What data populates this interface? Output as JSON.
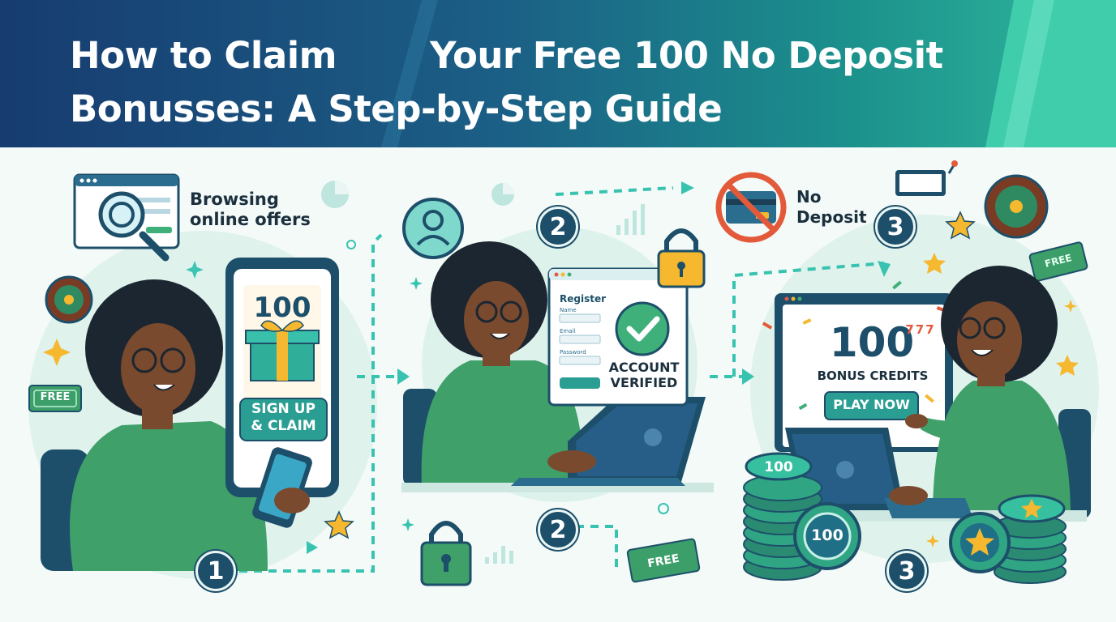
{
  "title": {
    "line1a": "How to Claim",
    "line1b": "Your Free 100 No Deposit",
    "line2": "Bonusses: A Step-by-Step Guide"
  },
  "step1": {
    "label_line1": "Browsing",
    "label_line2": "online offers",
    "phone_amount": "100",
    "phone_button_line1": "SIGN UP",
    "phone_button_line2": "& CLAIM",
    "free_tag": "FREE",
    "number": "1"
  },
  "step2": {
    "number_top": "2",
    "number_bottom": "2",
    "form_title": "Register",
    "field_name": "Name",
    "field_email": "Email",
    "field_password": "Password",
    "verified_line1": "ACCOUNT",
    "verified_line2": "VERIFIED",
    "free_tag": "FREE"
  },
  "step3": {
    "label_line1": "No",
    "label_line2": "Deposit",
    "number_top": "3",
    "number_bottom": "3",
    "screen_amount": "100",
    "screen_caption": "BONUS CREDITS",
    "play_button": "PLAY NOW",
    "chip_value_1": "100",
    "chip_value_2": "100",
    "slot_text": "777",
    "free_tag": "FREE"
  },
  "colors": {
    "banner_dark": "#1a4577",
    "banner_teal": "#1f9c8f",
    "banner_light": "#4fd1b0",
    "accent_green": "#3fa06a",
    "accent_teal": "#2bb5a6",
    "number_badge": "#1d4f6a",
    "star": "#f5b82e"
  }
}
